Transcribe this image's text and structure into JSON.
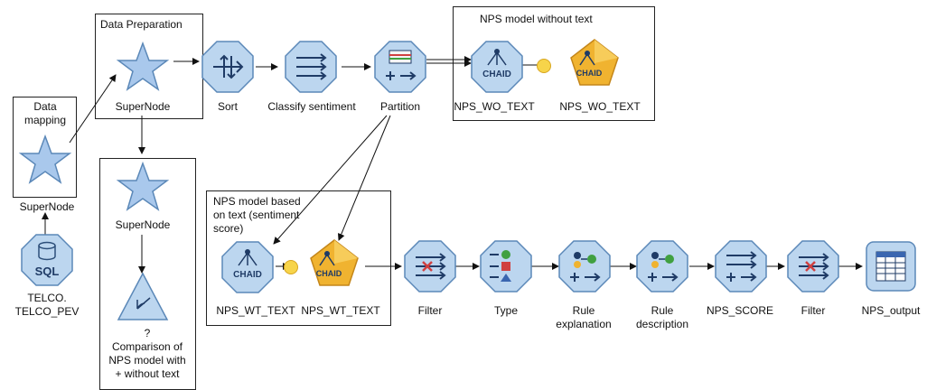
{
  "groups": {
    "data_mapping": "Data\nmapping",
    "data_preparation": "Data Preparation",
    "nps_without_text": "NPS model without text",
    "nps_with_text": "NPS model based\non text (sentiment\nscore)",
    "comparison": "?\nComparison of\nNPS model with\n+ without text"
  },
  "nodes": {
    "supernode_mapping": "SuperNode",
    "source": "TELCO.\nTELCO_PEV",
    "supernode_prep": "SuperNode",
    "sort": "Sort",
    "classify": "Classify sentiment",
    "partition": "Partition",
    "nps_wo_text_model": "NPS_WO_TEXT",
    "nps_wo_text_nugget": "NPS_WO_TEXT",
    "supernode_compare": "SuperNode",
    "nps_wt_text_model": "NPS_WT_TEXT",
    "nps_wt_text_nugget": "NPS_WT_TEXT",
    "filter1": "Filter",
    "type": "Type",
    "rule_explanation": "Rule\nexplanation",
    "rule_description": "Rule\ndescription",
    "nps_score": "NPS_SCORE",
    "filter2": "Filter",
    "nps_output": "NPS_output"
  },
  "icons": {
    "sql_label": "SQL",
    "chaid_label": "CHAID"
  },
  "colors": {
    "node_fill": "#bcd6ef",
    "node_stroke": "#5b88b8",
    "star_fill": "#a9c8ec",
    "nugget_fill": "#f0b330",
    "arrow": "#111111",
    "box": "#222222"
  }
}
